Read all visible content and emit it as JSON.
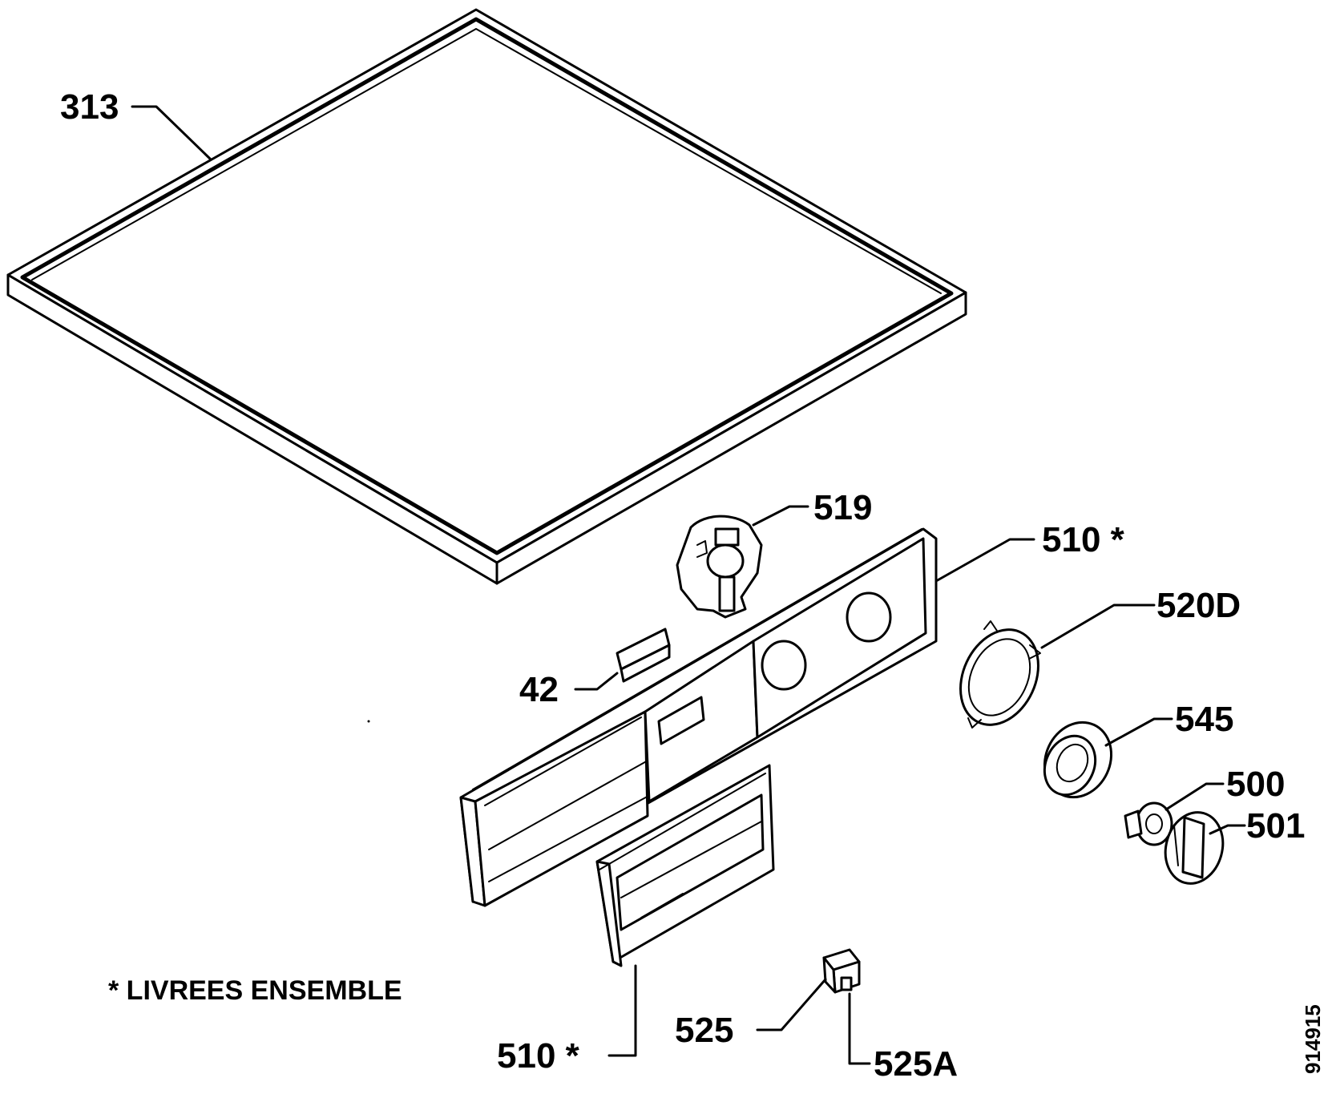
{
  "callouts": {
    "p313": "313",
    "p519": "519",
    "p510_panel": "510 *",
    "p520d": "520D",
    "p42": "42",
    "p545": "545",
    "p500": "500",
    "p501": "501",
    "p510_drawer": "510 *",
    "p525": "525",
    "p525a": "525A"
  },
  "note": "* LIVREES ENSEMBLE",
  "drawing_ref": "914915"
}
